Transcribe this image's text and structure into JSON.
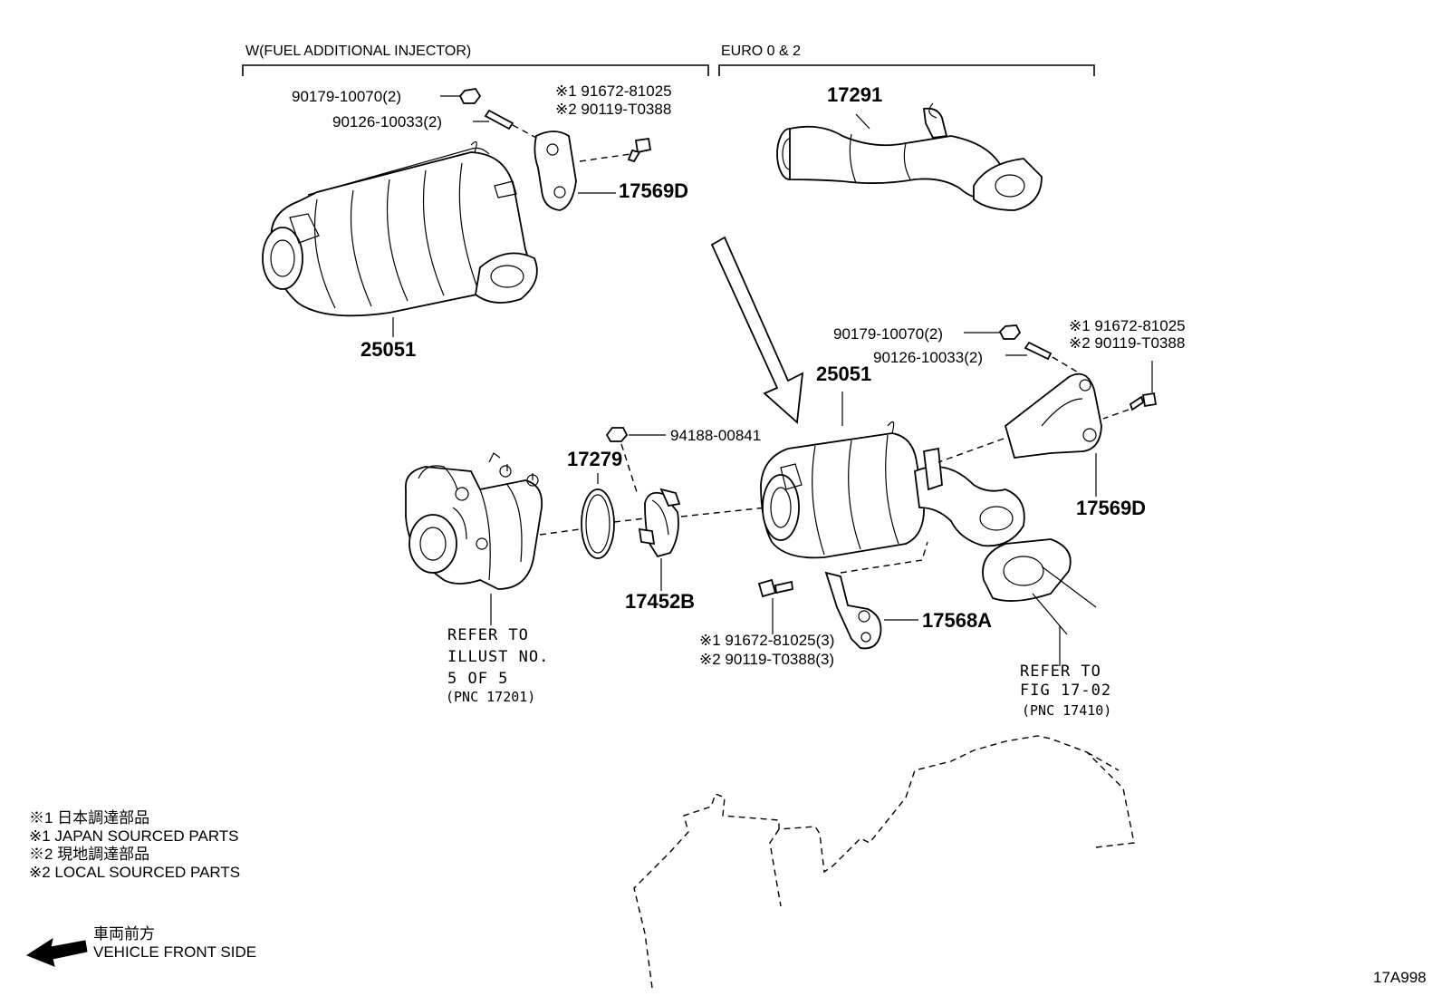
{
  "headers": {
    "left": "W(FUEL ADDITIONAL INJECTOR)",
    "right": "EURO 0 & 2"
  },
  "labels": {
    "nut_top": "90179-10070(2)",
    "stud_top": "90126-10033(2)",
    "bolt_top_1": "※1 91672-81025",
    "bolt_top_2": "※2 90119-T0388",
    "bracket_top": "17569D",
    "converter_top": "25051",
    "pipe_top": "17291",
    "nut_mid": "90179-10070(2)",
    "stud_mid": "90126-10033(2)",
    "bolt_mid_1": "※1 91672-81025",
    "bolt_mid_2": "※2 90119-T0388",
    "converter_mid": "25051",
    "nut_clamp": "94188-00841",
    "gasket_ring": "17279",
    "clamp": "17452B",
    "bracket_mid": "17569D",
    "stay": "17568A",
    "bolt_stay_1": "※1 91672-81025(3)",
    "bolt_stay_2": "※2 90119-T0388(3)"
  },
  "refs": {
    "turbo_line1": "REFER TO",
    "turbo_line2": "ILLUST NO.",
    "turbo_line3": "5 OF 5",
    "turbo_line4": "(PNC 17201)",
    "fig_line1": "REFER TO",
    "fig_line2": "FIG 17-02",
    "fig_line3": "(PNC 17410)"
  },
  "legend": {
    "l1": "※1  日本調達部品",
    "l2": "※1  JAPAN SOURCED PARTS",
    "l3": "※2  現地調達部品",
    "l4": "※2  LOCAL SOURCED PARTS",
    "dir_jp": "車両前方",
    "dir_en": "VEHICLE FRONT SIDE"
  },
  "illust_code": "17A998"
}
